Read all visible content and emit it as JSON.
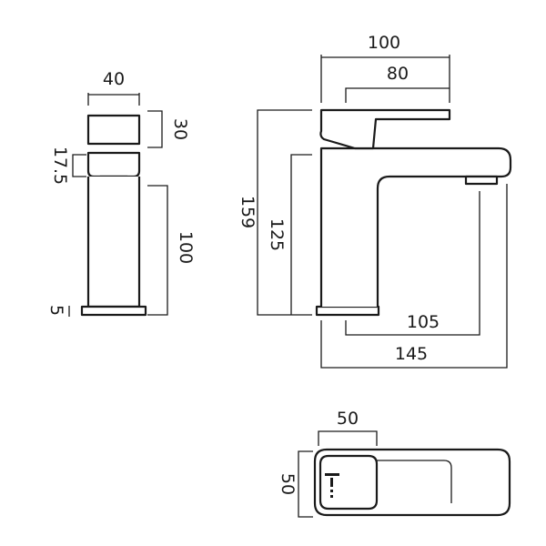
{
  "colors": {
    "line": "#1a1a1a",
    "background": "#ffffff"
  },
  "side_view": {
    "width": "40",
    "lever_height": "30",
    "spout_offset": "17.5",
    "body_height": "100",
    "base_height": "5"
  },
  "front_view": {
    "overall_length": "100",
    "lever_length": "80",
    "total_height": "159",
    "spout_height": "125",
    "spout_reach": "105",
    "base_to_spout_tip": "145"
  },
  "top_view": {
    "width": "50",
    "depth": "50"
  }
}
